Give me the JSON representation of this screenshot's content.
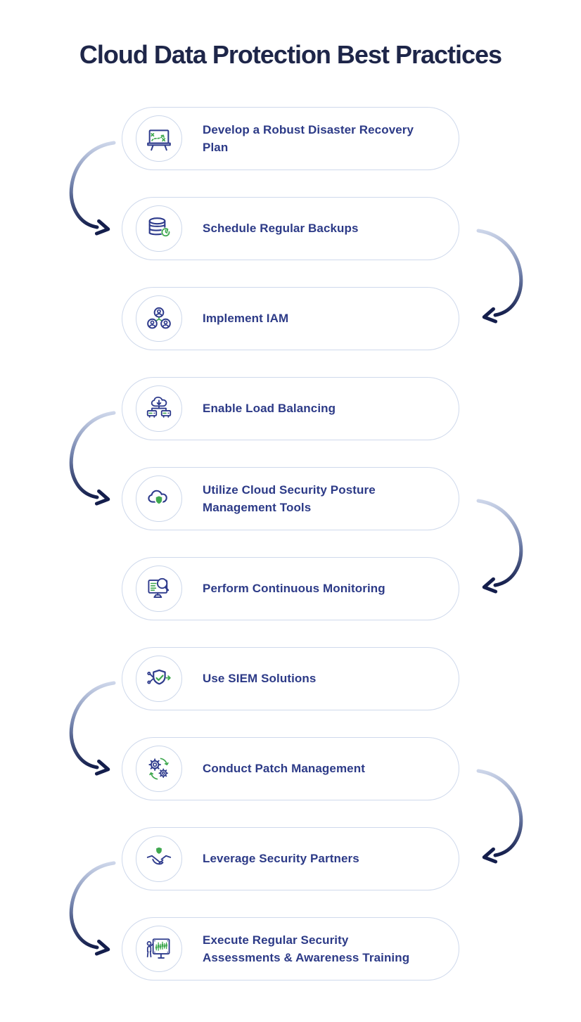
{
  "title": "Cloud Data Protection Best Practices",
  "colors": {
    "title_text": "#1e2649",
    "item_text": "#2c3a87",
    "icon_stroke": "#2e3b8c",
    "accent_green": "#3fa84f",
    "pill_border": "#cfd9ec",
    "arrow_light": "#cdd6ea",
    "arrow_dark": "#141e4c",
    "background": "#ffffff"
  },
  "items": [
    {
      "label": "Develop a Robust Disaster Recovery\nPlan",
      "icon": "strategy-board-icon"
    },
    {
      "label": "Schedule Regular Backups",
      "icon": "database-backup-icon"
    },
    {
      "label": "Implement IAM",
      "icon": "iam-users-icon"
    },
    {
      "label": "Enable Load Balancing",
      "icon": "load-balancing-icon"
    },
    {
      "label": "Utilize Cloud Security Posture\nManagement Tools",
      "icon": "cloud-shield-icon"
    },
    {
      "label": "Perform Continuous Monitoring",
      "icon": "monitor-search-icon"
    },
    {
      "label": "Use SIEM Solutions",
      "icon": "shield-check-flow-icon"
    },
    {
      "label": "Conduct Patch Management",
      "icon": "gears-refresh-icon"
    },
    {
      "label": "Leverage Security Partners",
      "icon": "handshake-shield-icon"
    },
    {
      "label": "Execute Regular Security\nAssessments & Awareness Training",
      "icon": "presentation-training-icon"
    }
  ],
  "arrows": [
    {
      "side": "left",
      "from": 1,
      "to": 2
    },
    {
      "side": "right",
      "from": 2,
      "to": 3
    },
    {
      "side": "left",
      "from": 4,
      "to": 5
    },
    {
      "side": "right",
      "from": 5,
      "to": 6
    },
    {
      "side": "left",
      "from": 7,
      "to": 8
    },
    {
      "side": "right",
      "from": 8,
      "to": 9
    },
    {
      "side": "left",
      "from": 9,
      "to": 10
    }
  ]
}
